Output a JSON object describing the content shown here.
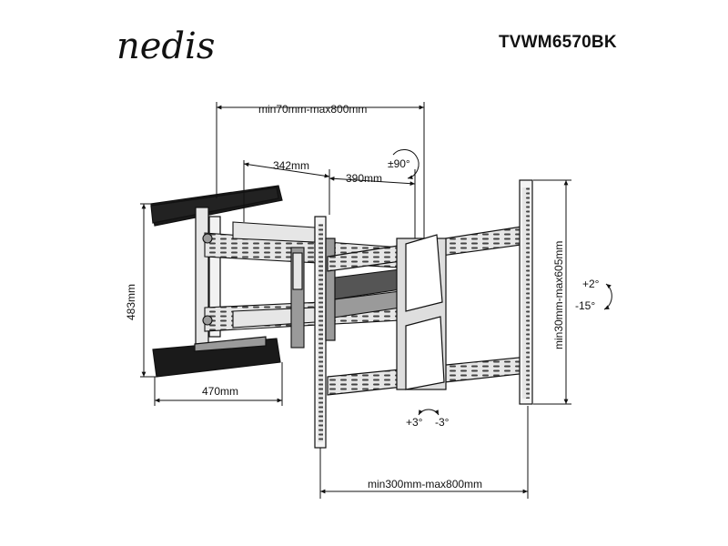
{
  "header": {
    "brand_logo": "nedis",
    "model": "TVWM6570BK"
  },
  "dimensions": {
    "arm_extension": "min70mm-max800mm",
    "arm_segment_1": "342mm",
    "arm_segment_2": "390mm",
    "swivel": "±90°",
    "wall_plate_height": "483mm",
    "wall_plate_width": "470mm",
    "vertical_range": "min30mm-max605mm",
    "horizontal_range": "min300mm-max800mm",
    "tilt_up": "+2°",
    "tilt_down": "-15°",
    "level_plus": "+3°",
    "level_minus": "-3°"
  },
  "colors": {
    "line": "#111111",
    "fill_dark": "#1a1a1a",
    "fill_mid": "#9a9a9a",
    "fill_light": "#e6e6e6"
  }
}
